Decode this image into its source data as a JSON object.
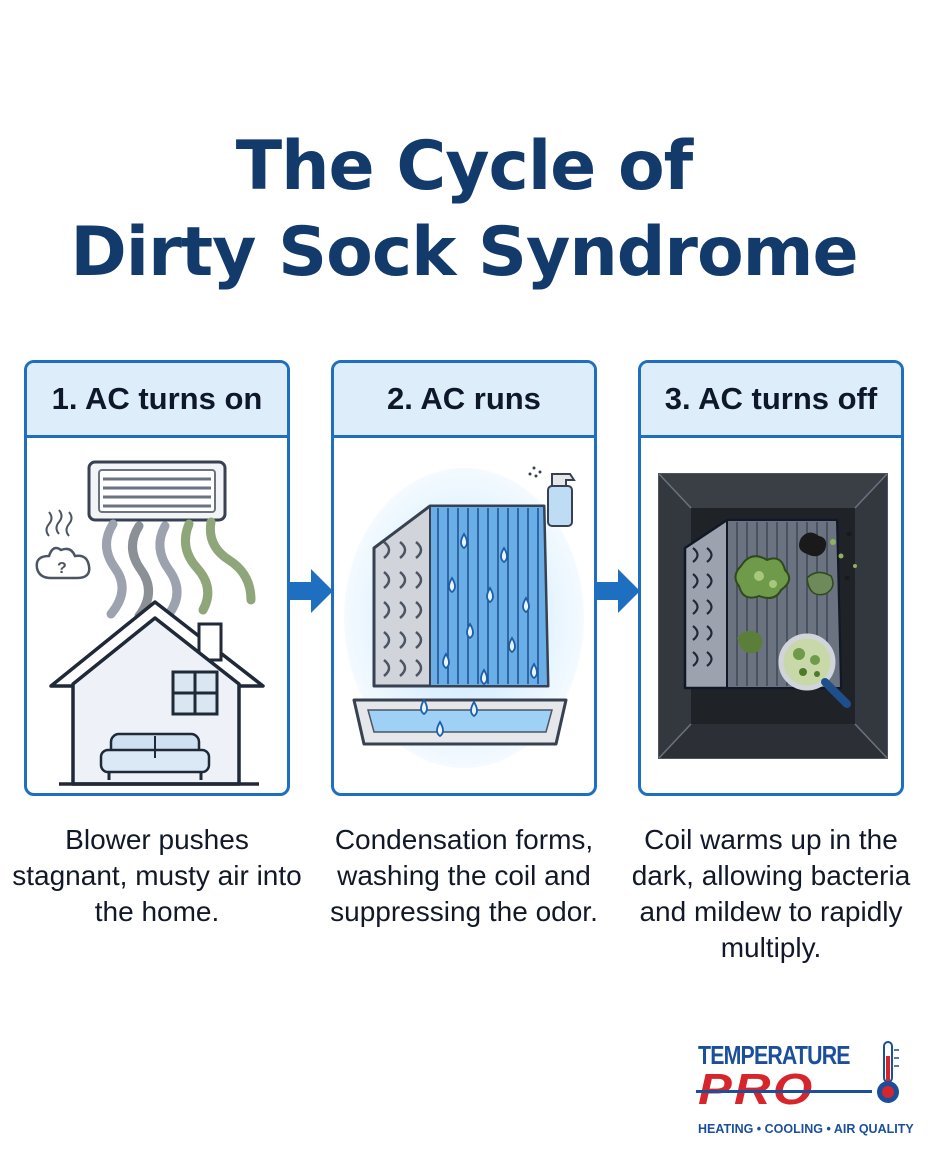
{
  "title": {
    "line1": "The Cycle of",
    "line2": "Dirty Sock Syndrome"
  },
  "steps": [
    {
      "heading": "1. AC turns on",
      "caption": "Blower pushes stagnant, musty air into the home.",
      "icon": "ac-vent-house-icon"
    },
    {
      "heading": "2. AC runs",
      "caption": "Condensation forms, washing the coil and suppressing the odor.",
      "icon": "wet-coil-icon"
    },
    {
      "heading": "3. AC turns off",
      "caption": "Coil warms up in the dark, allowing bacteria and mildew to rapidly multiply.",
      "icon": "moldy-coil-icon"
    }
  ],
  "logo": {
    "name": "TEMPERATURE PRO",
    "tagline": "HEATING • COOLING • AIR QUALITY"
  },
  "colors": {
    "title": "#123a6b",
    "panel_border": "#1e6fc0",
    "panel_header": "#ddeefa",
    "arrow": "#1e6fc0",
    "logo_blue": "#1b4f9c",
    "logo_red": "#d7262b"
  }
}
